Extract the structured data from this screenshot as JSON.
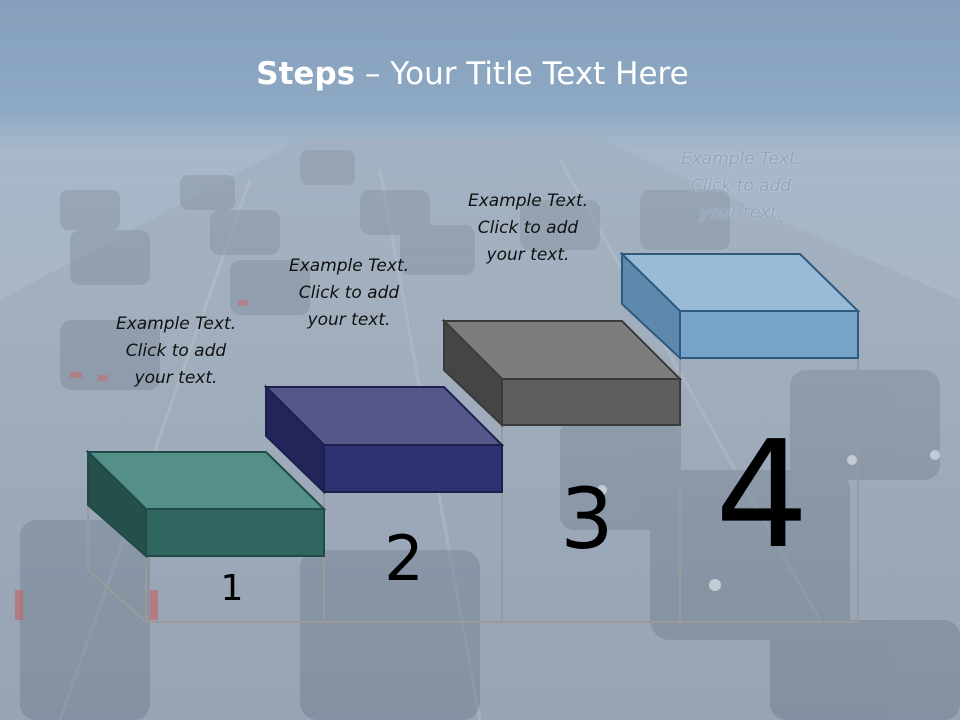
{
  "title": {
    "bold": "Steps",
    "rest": " – Your Title Text Here"
  },
  "steps": [
    {
      "number": "1",
      "caption": [
        "Example Text.",
        "Click  to add",
        "your text."
      ],
      "color": "#2d5f5a"
    },
    {
      "number": "2",
      "caption": [
        "Example Text.",
        "Click  to add",
        "your text."
      ],
      "color": "#2f3270"
    },
    {
      "number": "3",
      "caption": [
        "Example Text.",
        "Click  to add",
        "your text."
      ],
      "color": "#5e5e5e"
    },
    {
      "number": "4",
      "caption": [
        "Example Text.",
        "Click  to add",
        "your text."
      ],
      "color": "#7aa3c8"
    }
  ]
}
